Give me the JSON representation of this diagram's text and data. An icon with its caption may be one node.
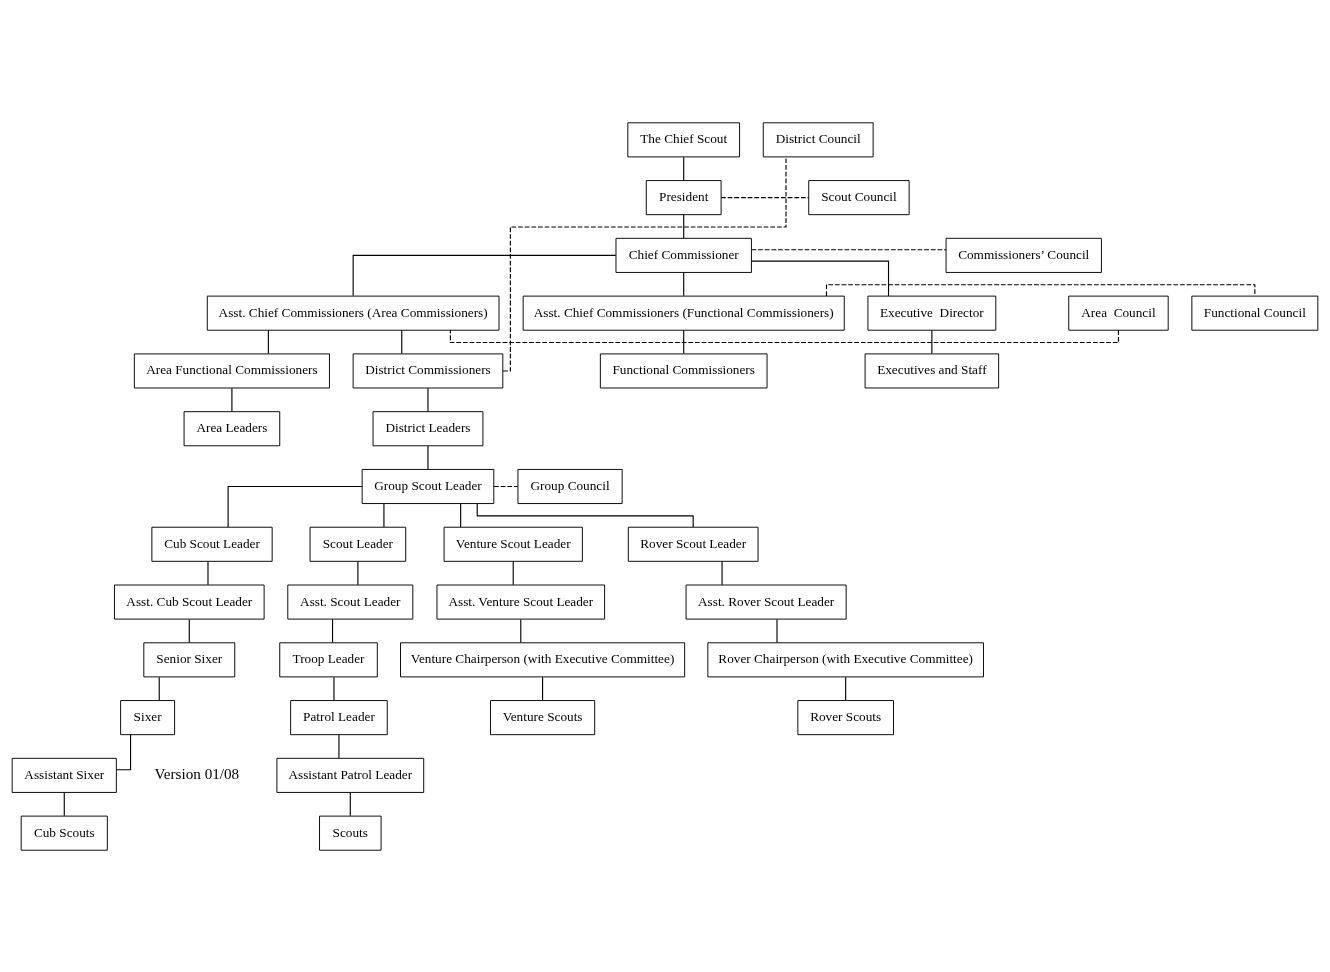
{
  "diagram": {
    "nodes": [
      {
        "text": [
          "The Chief Scout"
        ]
      },
      {
        "text": [
          "President"
        ]
      },
      {
        "text": [
          "Scout Council"
        ]
      },
      {
        "text": [
          "Chief Commissioner"
        ]
      },
      {
        "text": [
          "Commissioners’ Council"
        ]
      },
      {
        "text": [
          "Area  Council"
        ]
      },
      {
        "text": [
          "Asst. Chief Commissioners (Area Commissioners)"
        ]
      },
      {
        "text": [
          "Asst. Chief Commissioners (Functional Commissioners)"
        ]
      },
      {
        "text": [
          "Functional Council"
        ]
      },
      {
        "text": [
          "Executive  Director"
        ]
      },
      {
        "text": [
          "Executives and Staff"
        ]
      },
      {
        "text": [
          "Area Functional Commissioners"
        ]
      },
      {
        "text": [
          "District Commissioners"
        ]
      },
      {
        "text": [
          "Functional Commissioners"
        ]
      },
      {
        "text": [
          "District Leaders"
        ]
      },
      {
        "text": [
          "District Council"
        ]
      },
      {
        "text": [
          "Area Leaders"
        ]
      },
      {
        "text": [
          "Group Scout Leader"
        ]
      },
      {
        "text": [
          "Group Council"
        ]
      },
      {
        "text": [
          "Cub Scout Leader"
        ]
      },
      {
        "text": [
          "Scout Leader"
        ]
      },
      {
        "text": [
          "Venture Scout Leader"
        ]
      },
      {
        "text": [
          "Rover Scout Leader"
        ]
      },
      {
        "text": [
          "Asst. Cub Scout Leader"
        ]
      },
      {
        "text": [
          "Asst. Scout Leader"
        ]
      },
      {
        "text": [
          "Asst. Venture Scout Leader"
        ]
      },
      {
        "text": [
          "Asst. Rover Scout Leader"
        ]
      },
      {
        "text": [
          "Senior Sixer"
        ]
      },
      {
        "text": [
          "Troop Leader"
        ]
      },
      {
        "text": [
          "Sixer"
        ]
      },
      {
        "text": [
          "Patrol Leader"
        ]
      },
      {
        "text": [
          "Venture Chairperson (with Executive Committee)"
        ]
      },
      {
        "text": [
          "Rover Chairperson (with Executive Committee)"
        ]
      },
      {
        "text": [
          "Assistant Sixer"
        ]
      },
      {
        "text": [
          "Assistant Patrol Leader"
        ]
      },
      {
        "text": [
          "Cub Scouts"
        ]
      },
      {
        "text": [
          "Scouts"
        ]
      },
      {
        "text": [
          "Venture Scouts"
        ]
      },
      {
        "text": [
          "Rover Scouts"
        ]
      }
    ],
    "edges": [
      {
        "from": 0,
        "to": 1,
        "arrow": "none"
      },
      {
        "from": 1,
        "to": 2,
        "arrow": "none",
        "style": "dashed"
      },
      {
        "from": 1,
        "to": 3,
        "arrow": "none"
      },
      {
        "from": 3,
        "to": 4,
        "arrow": "none",
        "style": "dashed"
      },
      {
        "from": 3,
        "to": 6,
        "arrow": "none"
      },
      {
        "from": 3,
        "to": 7,
        "arrow": "none"
      },
      {
        "from": 3,
        "to": 9,
        "arrow": "none"
      },
      {
        "from": 5,
        "to": 6,
        "arrow": "none",
        "style": "dashed"
      },
      {
        "from": 7,
        "to": 8,
        "arrow": "none",
        "style": "dashed"
      },
      {
        "from": 9,
        "to": 10,
        "arrow": "none"
      },
      {
        "from": 6,
        "to": 11,
        "arrow": "none"
      },
      {
        "from": 6,
        "to": 12,
        "arrow": "none"
      },
      {
        "from": 7,
        "to": 13,
        "arrow": "none"
      },
      {
        "from": 12,
        "to": 15,
        "arrow": "none",
        "style": "dashed"
      },
      {
        "from": 12,
        "to": 14,
        "arrow": "none"
      },
      {
        "from": 11,
        "to": 16,
        "arrow": "none"
      },
      {
        "from": 14,
        "to": 17,
        "arrow": "none"
      },
      {
        "from": 17,
        "to": 18,
        "arrow": "none",
        "style": "dashed"
      },
      {
        "from": 17,
        "to": 19,
        "arrow": "none"
      },
      {
        "from": 17,
        "to": 20,
        "arrow": "none"
      },
      {
        "from": 17,
        "to": 21,
        "arrow": "none"
      },
      {
        "from": 17,
        "to": 22,
        "arrow": "none"
      },
      {
        "from": 19,
        "to": 23,
        "arrow": "none"
      },
      {
        "from": 23,
        "to": 27,
        "arrow": "none"
      },
      {
        "from": 27,
        "to": 29,
        "arrow": "none"
      },
      {
        "from": 29,
        "to": 33,
        "arrow": "none"
      },
      {
        "from": 33,
        "to": 35,
        "arrow": "none"
      },
      {
        "from": 20,
        "to": 24,
        "arrow": "none"
      },
      {
        "from": 24,
        "to": 28,
        "arrow": "none"
      },
      {
        "from": 28,
        "to": 30,
        "arrow": "none"
      },
      {
        "from": 30,
        "to": 34,
        "arrow": "none"
      },
      {
        "from": 34,
        "to": 36,
        "arrow": "none"
      },
      {
        "from": 21,
        "to": 25,
        "arrow": "none"
      },
      {
        "from": 25,
        "to": 31,
        "arrow": "none"
      },
      {
        "from": 31,
        "to": 37,
        "arrow": "none"
      },
      {
        "from": 22,
        "to": 26,
        "arrow": "none"
      },
      {
        "from": 26,
        "to": 32,
        "arrow": "none"
      },
      {
        "from": 32,
        "to": 38,
        "arrow": "none"
      }
    ],
    "labels": [
      "Version 01/08"
    ]
  }
}
